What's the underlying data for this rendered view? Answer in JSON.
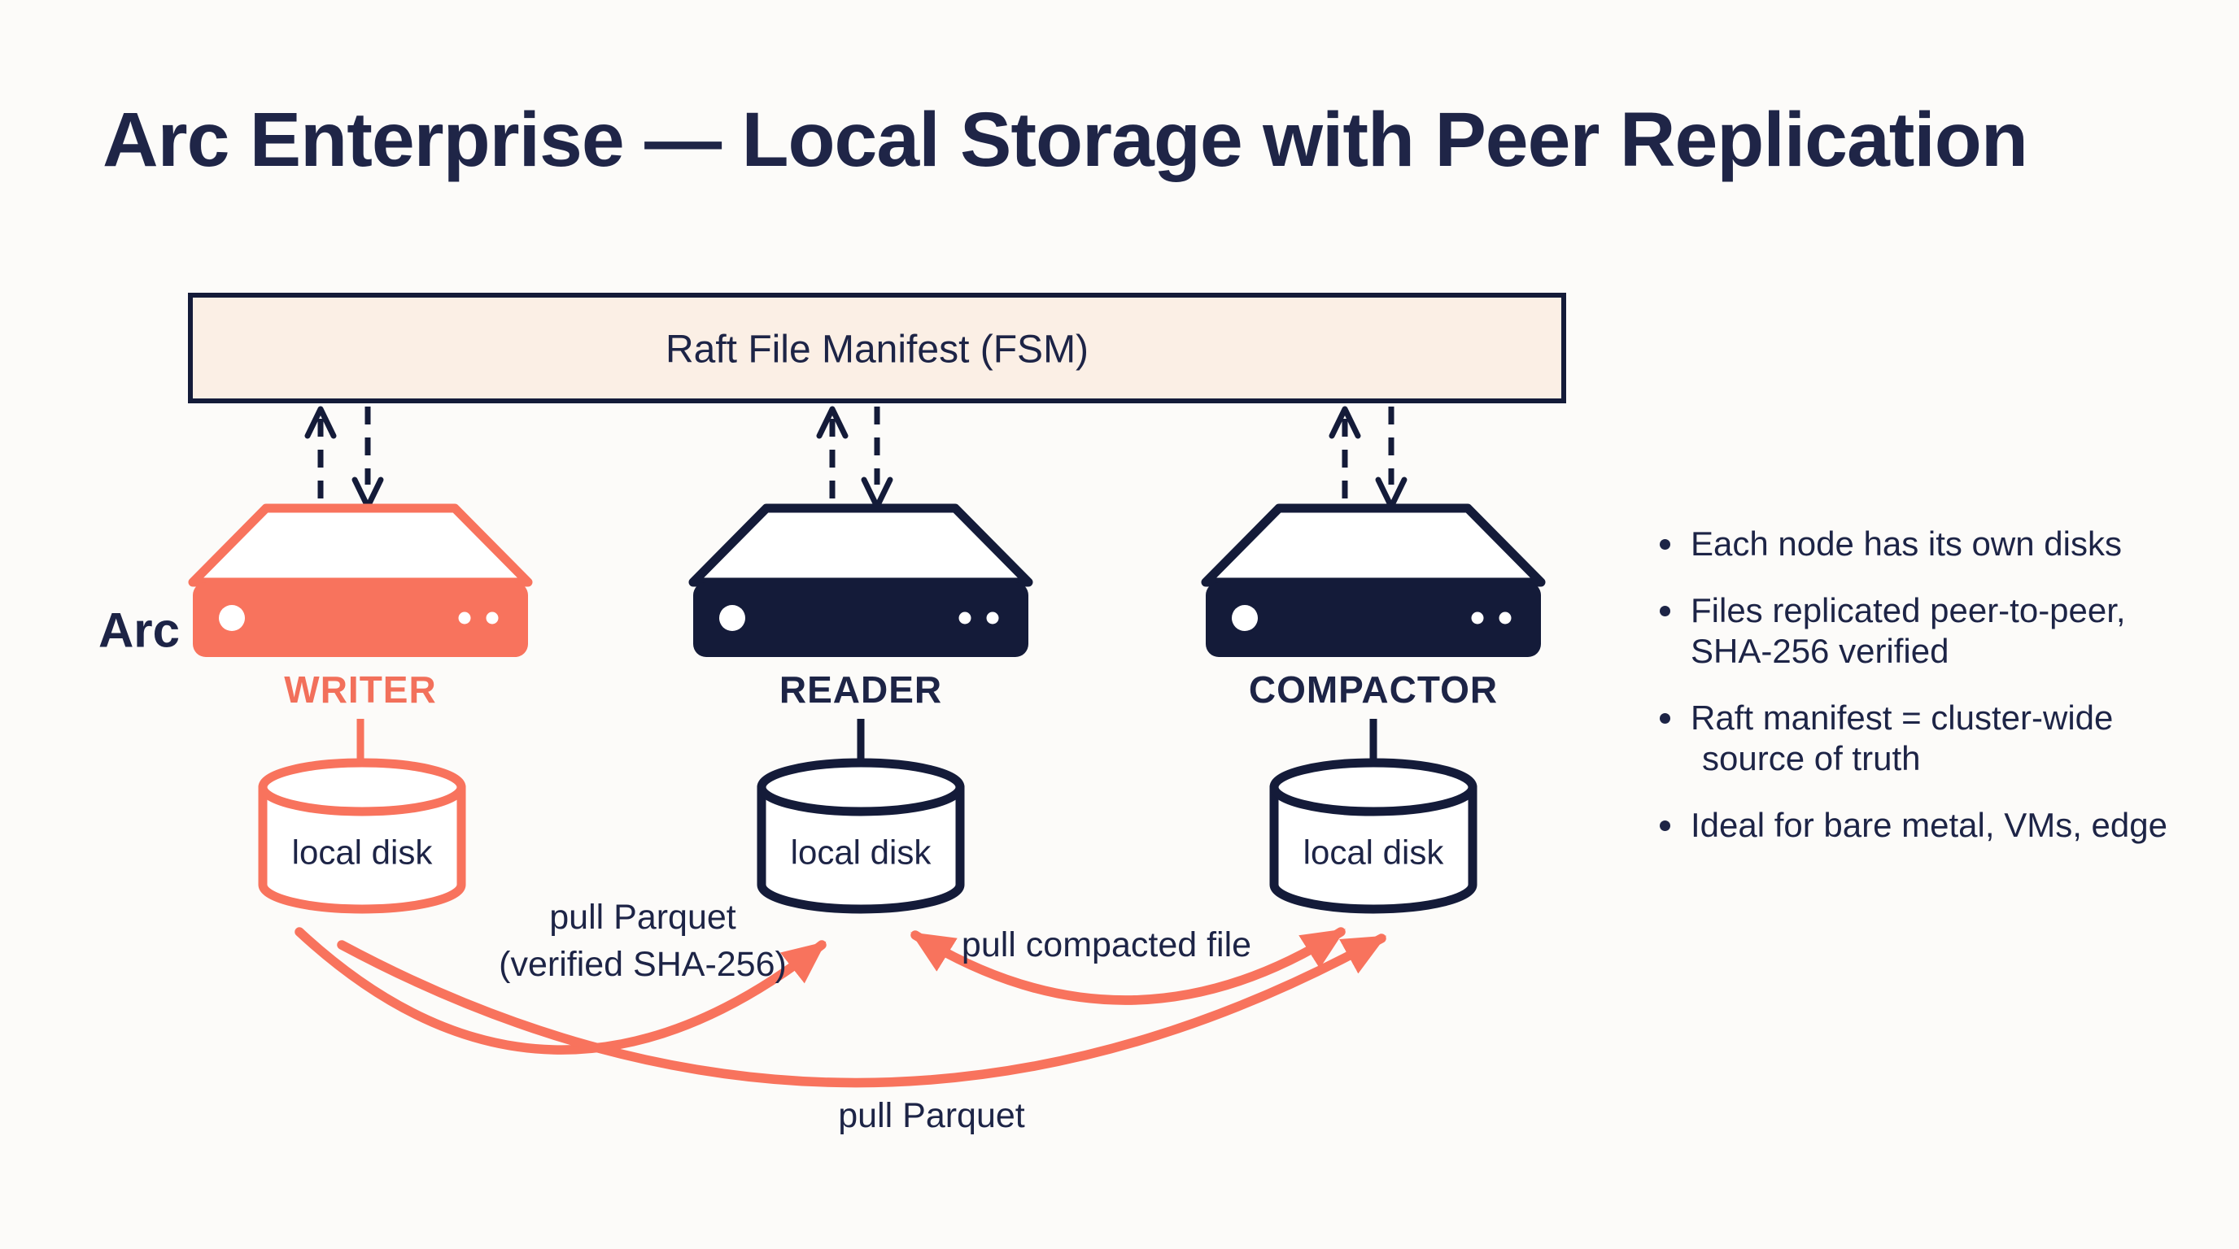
{
  "title": "Arc Enterprise — Local Storage with Peer Replication",
  "manifest": {
    "label": "Raft File Manifest (FSM)"
  },
  "cluster_label": "Arc",
  "nodes": [
    {
      "id": "writer",
      "label": "WRITER",
      "disk_label": "local disk",
      "accent": true
    },
    {
      "id": "reader",
      "label": "READER",
      "disk_label": "local disk",
      "accent": false
    },
    {
      "id": "compactor",
      "label": "COMPACTOR",
      "disk_label": "local disk",
      "accent": false
    }
  ],
  "manifest_links": [
    {
      "node": "writer",
      "up_arrow": true,
      "down_arrow": true
    },
    {
      "node": "reader",
      "up_arrow": true,
      "down_arrow": true
    },
    {
      "node": "compactor",
      "up_arrow": true,
      "down_arrow": true
    }
  ],
  "flows": [
    {
      "id": "writer-to-reader",
      "from": "writer",
      "to": "reader",
      "direction": "one-way",
      "label_lines": [
        "pull Parquet",
        "(verified SHA-256)"
      ]
    },
    {
      "id": "reader-compactor",
      "from": "reader",
      "to": "compactor",
      "direction": "two-way",
      "label_lines": [
        "pull compacted file"
      ]
    },
    {
      "id": "writer-to-compactor",
      "from": "writer",
      "to": "compactor",
      "direction": "one-way",
      "label_lines": [
        "pull Parquet"
      ]
    }
  ],
  "notes": [
    {
      "lines": [
        "Each node has its own disks"
      ]
    },
    {
      "lines": [
        "Files replicated peer-to-peer,",
        "SHA-256 verified"
      ]
    },
    {
      "lines": [
        "Raft manifest = cluster-wide",
        "source of truth"
      ]
    },
    {
      "lines": [
        "Ideal for bare metal, VMs, edge"
      ]
    }
  ],
  "colors": {
    "navy": "#141B39",
    "text": "#1D2446",
    "title": "#1F2547",
    "orange": "#F8735D",
    "orange_text": "#F2705B",
    "manifest_fill": "#FBEFE5",
    "background": "#FCFBF9"
  }
}
